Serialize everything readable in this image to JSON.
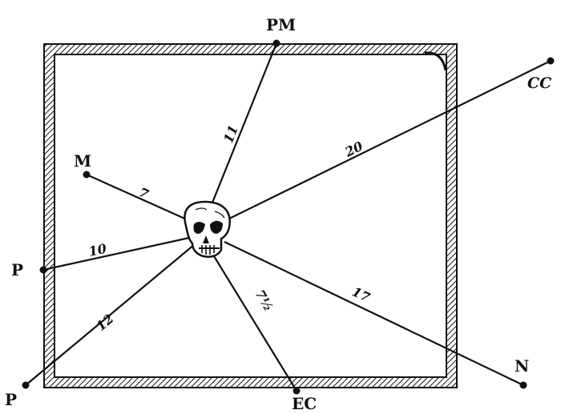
{
  "diagram": {
    "point_labels": {
      "pm": "PM",
      "cc": "CC",
      "m": "M",
      "p_upper": "P",
      "p_lower": "P",
      "ec": "EC",
      "n": "N"
    },
    "distance_labels": {
      "pm": "11",
      "cc": "20",
      "m": "7",
      "p_upper": "10",
      "p_lower": "12",
      "ec": "7½",
      "n": "17"
    },
    "colors": {
      "ink": "#111111",
      "background": "#ffffff"
    }
  }
}
